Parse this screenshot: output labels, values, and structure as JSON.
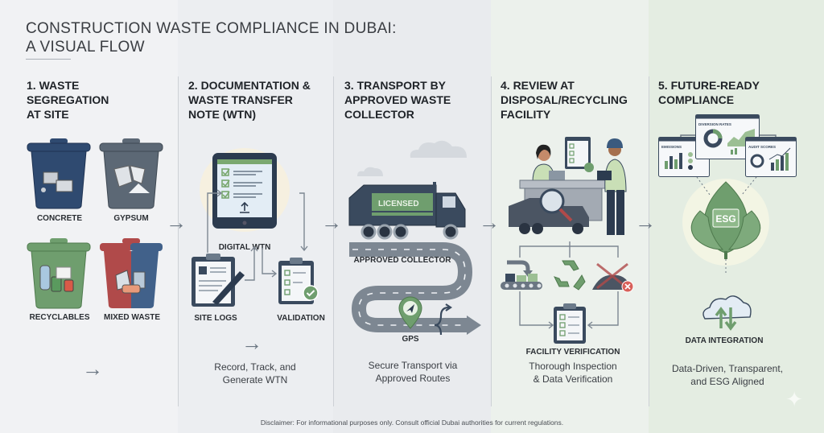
{
  "header": {
    "title_line1": "CONSTRUCTION WASTE COMPLIANCE IN DUBAI:",
    "title_line2": "A VISUAL FLOW"
  },
  "steps": [
    {
      "title_lines": [
        "1. WASTE",
        "SEGREGATION",
        "AT SITE"
      ],
      "bins": [
        {
          "label": "CONCRETE",
          "color": "#2f4a70",
          "icon": "concrete-blocks-icon"
        },
        {
          "label": "GYPSUM",
          "color": "#5c6875",
          "icon": "gypsum-shards-icon"
        },
        {
          "label": "RECYCLABLES",
          "color": "#6f9e6e",
          "icon": "bottles-cans-icon"
        },
        {
          "label": "MIXED WASTE",
          "color": "#b04a4a",
          "color2": "#41618a",
          "icon": "mixed-trash-icon"
        }
      ]
    },
    {
      "title_lines": [
        "2. DOCUMENTATION &",
        "WASTE TRANSFER",
        "NOTE (WTN)"
      ],
      "items": [
        {
          "label": "DIGITAL WTN",
          "icon": "tablet-checklist-icon"
        },
        {
          "label": "SITE LOGS",
          "icon": "clipboard-pen-icon"
        },
        {
          "label": "VALIDATION",
          "icon": "clipboard-check-icon"
        }
      ],
      "description": [
        "Record, Track, and",
        "Generate WTN"
      ]
    },
    {
      "title_lines": [
        "3. TRANSPORT BY",
        "APPROVED WASTE",
        "COLLECTOR"
      ],
      "truck_badge": "LICENSED",
      "items": [
        {
          "label": "APPROVED COLLECTOR",
          "icon": "garbage-truck-icon"
        },
        {
          "label": "GPS",
          "icon": "gps-pin-icon"
        }
      ],
      "description": [
        "Secure Transport via",
        "Approved Routes"
      ]
    },
    {
      "title_lines": [
        "4. REVIEW AT",
        "DISPOSAL/RECYCLING",
        "FACILITY"
      ],
      "items": [
        {
          "label": "FACILITY VERIFICATION",
          "icon": "clipboard-checklist-icon"
        }
      ],
      "outcomes": [
        "conveyor-sorting-icon",
        "recycle-icon",
        "rejected-landfill-icon"
      ],
      "description": [
        "Thorough Inspection",
        "& Data Verification"
      ]
    },
    {
      "title_lines": [
        "5. FUTURE-READY",
        "COMPLIANCE"
      ],
      "dashboards": [
        {
          "label": "EMISSIONS"
        },
        {
          "label": "DIVERSION RATES"
        },
        {
          "label": "AUDIT SCORES"
        }
      ],
      "esg_label": "ESG",
      "items": [
        {
          "label": "DATA INTEGRATION",
          "icon": "cloud-sync-icon"
        }
      ],
      "description": [
        "Data-Driven, Transparent,",
        "and ESG Aligned"
      ]
    }
  ],
  "arrows": [
    "→",
    "→",
    "→",
    "→",
    "→",
    "→"
  ],
  "footer": {
    "disclaimer": "Disclaimer: For informational purposes only. Consult official Dubai authorities for current regulations."
  },
  "colors": {
    "navy": "#2f4a70",
    "slate": "#5c6875",
    "green": "#6f9e6e",
    "red": "#b04a4a",
    "arrow": "#6b7682"
  }
}
